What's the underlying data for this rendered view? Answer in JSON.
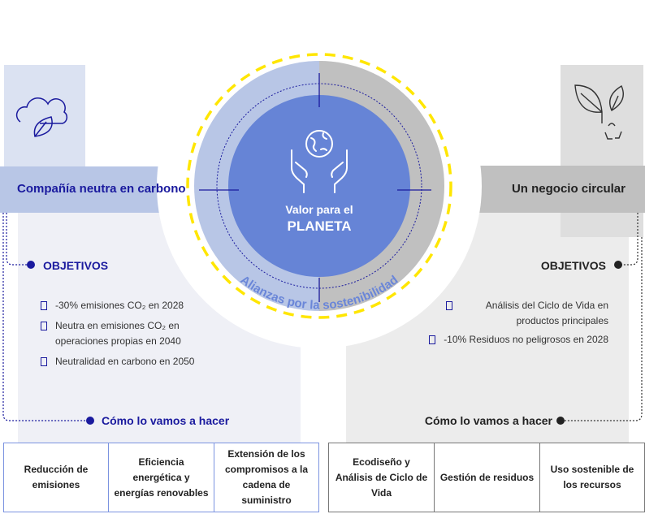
{
  "center": {
    "line1": "Valor para el",
    "line2": "PLANETA",
    "arc_label": "Alianzas por la sostenibilidad"
  },
  "left": {
    "title": "Compañía neutra en carbono",
    "objectives_label": "OBJETIVOS",
    "objectives": [
      "-30% emisiones CO₂ en 2028",
      "Neutra en emisiones CO₂ en operaciones propias en 2040",
      "Neutralidad en carbono en 2050"
    ],
    "how_label": "Cómo lo vamos a hacer",
    "actions": [
      "Reducción de emisiones",
      "Eficiencia energética y energías renovables",
      "Extensión de los compromisos a la cadena de suministro"
    ]
  },
  "right": {
    "title": "Un negocio circular",
    "objectives_label": "OBJETIVOS",
    "objectives": [
      "Análisis del Ciclo de Vida en productos principales",
      "-10% Residuos no peligrosos en 2028"
    ],
    "how_label": "Cómo lo vamos a hacer",
    "actions": [
      "Ecodiseño y Análisis de Ciclo de Vida",
      "Gestión de residuos",
      "Uso sostenible de los recursos"
    ]
  },
  "colors": {
    "blue_dark": "#1a1a9e",
    "blue_mid": "#6684d6",
    "blue_light": "#b8c6e6",
    "grey": "#c0c0c0",
    "yellow": "#ffe600"
  }
}
